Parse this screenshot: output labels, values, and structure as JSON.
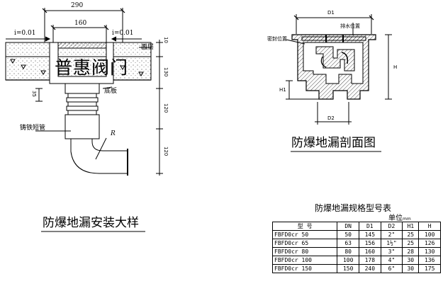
{
  "install_drawing": {
    "dim_overall": "290",
    "dim_inner": "160",
    "slope_left": "i=0.01",
    "slope_right": "i=0.01",
    "label_surface": "面层",
    "label_floor": "底板",
    "label_pipe": "铸铁短管",
    "dim_10": "10",
    "dim_130": "130",
    "dim_35": "35",
    "dim_120a": "120",
    "dim_120b": "120",
    "label_radius": "R",
    "watermark": "普惠阀门",
    "title": "防爆地漏安装大样"
  },
  "section_drawing": {
    "label_d1": "D1",
    "label_drain": "排水位置",
    "label_seal": "密封位置",
    "label_h": "H",
    "label_h1": "H1",
    "label_d2": "D2",
    "title": "防爆地漏剖面图"
  },
  "spec_table": {
    "title": "防爆地漏规格型号表",
    "unit_label": "单位",
    "unit_value": "mm",
    "headers": [
      "型      号",
      "DN",
      "D1",
      "D2",
      "H1",
      "H"
    ],
    "rows": [
      [
        "FBFD0cr  50",
        "50",
        "145",
        "2\"",
        "25",
        "100"
      ],
      [
        "FBFD0cr  65",
        "63",
        "156",
        "1½\"",
        "25",
        "126"
      ],
      [
        "FBFD0cr  80",
        "80",
        "160",
        "3\"",
        "28",
        "130"
      ],
      [
        "FBFD0cr 100",
        "100",
        "178",
        "4\"",
        "30",
        "136"
      ],
      [
        "FBFD0cr 150",
        "150",
        "240",
        "6\"",
        "30",
        "175"
      ]
    ]
  }
}
